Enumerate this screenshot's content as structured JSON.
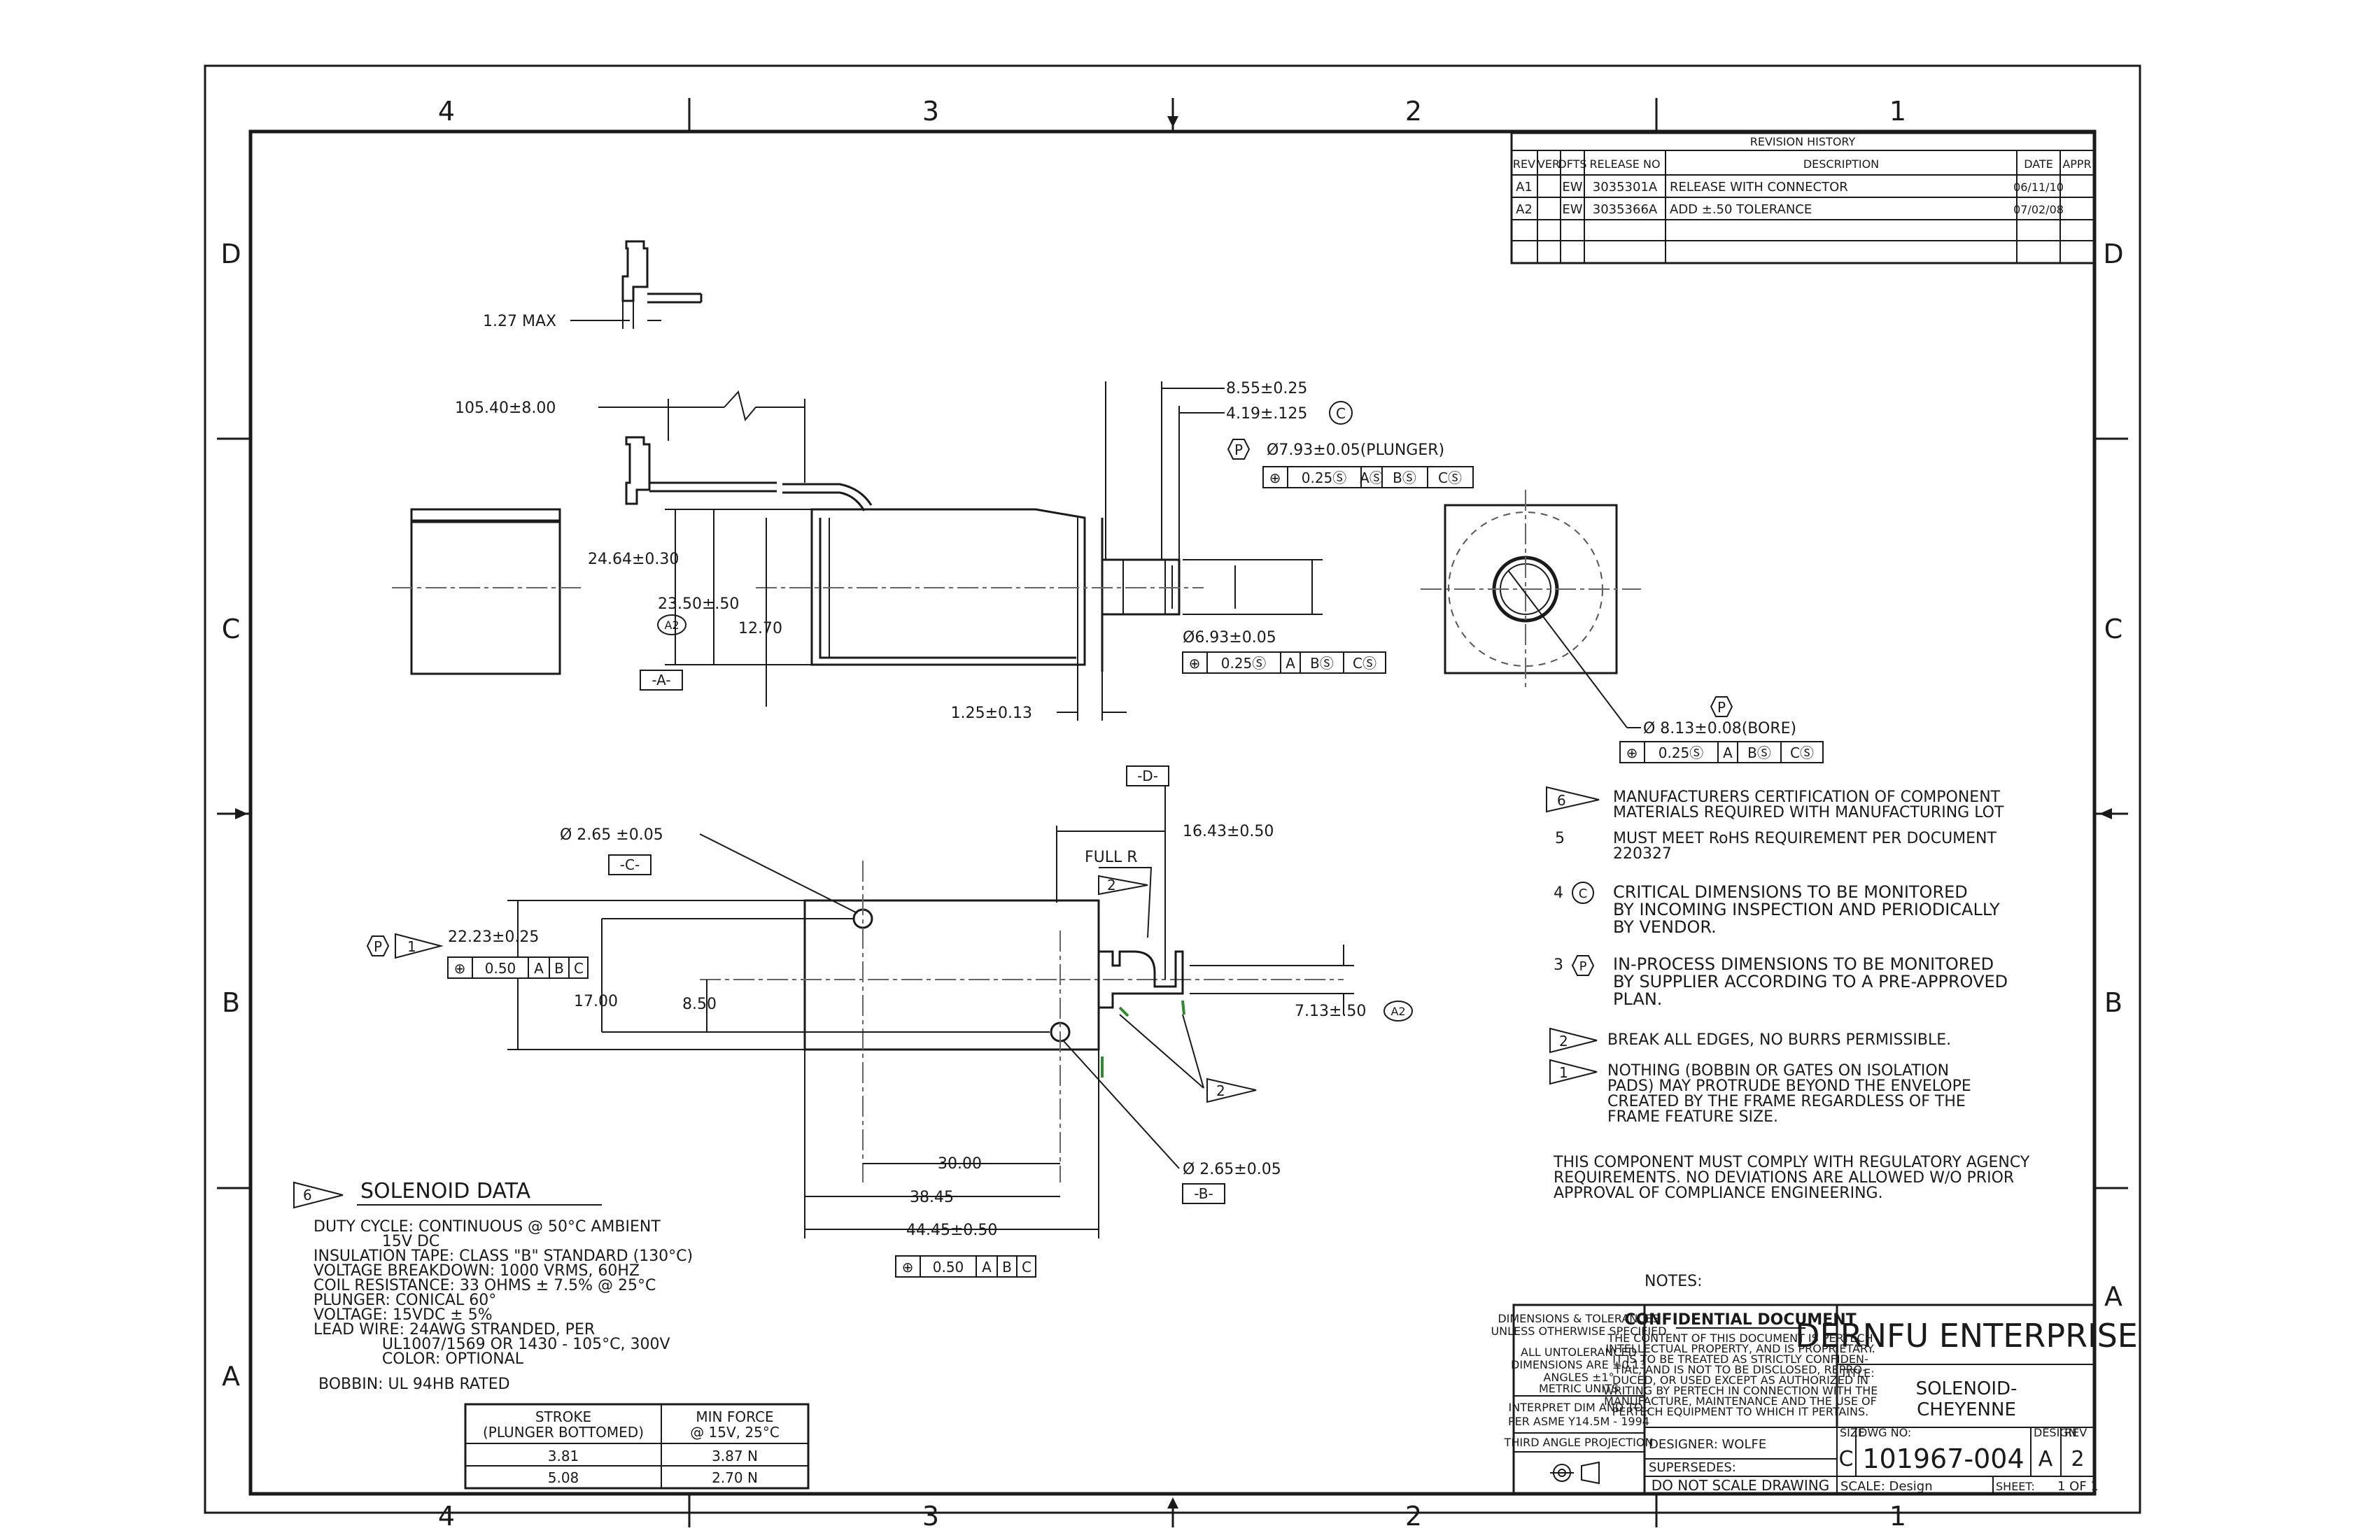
{
  "frame": {
    "zones_top": [
      "4",
      "3",
      "2",
      "1"
    ],
    "zones_bottom": [
      "4",
      "3",
      "2",
      "1"
    ],
    "zones_side": [
      "D",
      "C",
      "B",
      "A"
    ]
  },
  "revision_history": {
    "title": "REVISION HISTORY",
    "headers": [
      "REV",
      "VER",
      "DFTS",
      "RELEASE NO",
      "DESCRIPTION",
      "DATE",
      "APPR"
    ],
    "rows": [
      [
        "A1",
        "",
        "EW",
        "3035301A",
        "RELEASE WITH CONNECTOR",
        "06/11/10",
        ""
      ],
      [
        "A2",
        "",
        "EW",
        "3035366A",
        "ADD ±.50 TOLERANCE",
        "07/02/08",
        ""
      ]
    ]
  },
  "dims": {
    "max_127": "1.27 MAX",
    "len_105": "105.40±8.00",
    "d_855": "8.55±0.25",
    "d_419": "4.19±.125",
    "c_mark": "C",
    "p_mark": "P",
    "plunger_dia": "Ø7.93±0.05(PLUNGER)",
    "fcf_plunger": [
      "⊕",
      "0.25Ⓢ",
      "AⓈ",
      "BⓈ",
      "CⓈ"
    ],
    "d_2464": "24.64±0.30",
    "d_2350": "23.50±.50",
    "a2_mark": "A2",
    "d_1270": "12.70",
    "datum_a": "-A-",
    "d_693": "Ø6.93±0.05",
    "fcf_693": [
      "⊕",
      "0.25Ⓢ",
      "A",
      "BⓈ",
      "CⓈ"
    ],
    "d_125": "1.25±0.13",
    "bore": "Ø 8.13±0.08(BORE)",
    "fcf_bore": [
      "⊕",
      "0.25Ⓢ",
      "A",
      "BⓈ",
      "CⓈ"
    ],
    "d_265_top": "Ø 2.65 ±0.05",
    "datum_c": "-C-",
    "datum_d": "-D-",
    "d_1643": "16.43±0.50",
    "full_r": "FULL R",
    "flag2": "2",
    "d_2223": "22.23±0.25",
    "flag1": "1",
    "fcf_050": [
      "⊕",
      "0.50",
      "A",
      "B",
      "C"
    ],
    "d_1700": "17.00",
    "d_850": "8.50",
    "d_713": "7.13±.50",
    "d_3000": "30.00",
    "d_3845": "38.45",
    "d_4445": "44.45±0.50",
    "d_265_bot": "Ø 2.65±0.05",
    "datum_b": "-B-"
  },
  "notes": {
    "heading": "NOTES:",
    "n6_flag": "6",
    "n6_lines": [
      "MANUFACTURERS CERTIFICATION OF COMPONENT",
      "MATERIALS REQUIRED WITH MANUFACTURING LOT"
    ],
    "n5_num": "5",
    "n5_lines": [
      "MUST MEET RoHS REQUIREMENT PER DOCUMENT",
      "220327"
    ],
    "n4_num": "4",
    "n4_sym": "C",
    "n4_lines": [
      "CRITICAL DIMENSIONS TO BE MONITORED",
      "BY INCOMING INSPECTION AND PERIODICALLY",
      "BY VENDOR."
    ],
    "n3_num": "3",
    "n3_sym": "P",
    "n3_lines": [
      "IN-PROCESS DIMENSIONS TO BE MONITORED",
      "BY SUPPLIER ACCORDING TO A PRE-APPROVED",
      "PLAN."
    ],
    "n2_flag": "2",
    "n2_lines": [
      "BREAK ALL EDGES, NO BURRS PERMISSIBLE."
    ],
    "n1_flag": "1",
    "n1_lines": [
      "NOTHING (BOBBIN OR GATES ON ISOLATION",
      "PADS) MAY PROTRUDE BEYOND THE ENVELOPE",
      "CREATED BY THE FRAME REGARDLESS OF THE",
      "FRAME FEATURE SIZE."
    ],
    "compliance_lines": [
      "THIS COMPONENT MUST COMPLY WITH REGULATORY AGENCY",
      "REQUIREMENTS. NO DEVIATIONS ARE ALLOWED W/O PRIOR",
      "APPROVAL OF  COMPLIANCE ENGINEERING."
    ]
  },
  "solenoid_data": {
    "flag": "6",
    "title": "SOLENOID DATA",
    "lines": [
      "DUTY CYCLE: CONTINUOUS @ 50°C AMBIENT",
      "              15V DC",
      "INSULATION TAPE: CLASS \"B\" STANDARD (130°C)",
      "VOLTAGE BREAKDOWN: 1000 VRMS, 60HZ",
      "COIL RESISTANCE: 33 OHMS ± 7.5% @ 25°C",
      "PLUNGER: CONICAL  60°",
      "VOLTAGE: 15VDC ± 5%",
      "LEAD WIRE: 24AWG STRANDED, PER",
      "              UL1007/1569 OR 1430 - 105°C, 300V",
      "              COLOR: OPTIONAL",
      "BOBBIN: UL 94HB RATED"
    ],
    "table_headers": [
      [
        "STROKE",
        "(PLUNGER BOTTOMED)"
      ],
      [
        "MIN FORCE",
        "@ 15V, 25°C"
      ]
    ],
    "table_rows": [
      [
        "3.81",
        "3.87 N"
      ],
      [
        "5.08",
        "2.70 N"
      ]
    ]
  },
  "title_block": {
    "tol_lines": [
      "DIMENSIONS & TOLERANCES",
      "UNLESS OTHERWISE SPECIFIED",
      "",
      "ALL UNTOLERANCED",
      "DIMENSIONS ARE ±0.13",
      "ANGLES ±1°"
    ],
    "metric": "METRIC UNITS",
    "interpret": [
      "INTERPRET DIM AND TOL",
      "PER ASME Y14.5M - 1994"
    ],
    "projection": "THIRD ANGLE PROJECTION",
    "confidential_title": "CONFIDENTIAL DOCUMENT",
    "confidential_lines": [
      "THE CONTENT OF THIS DOCUMENT IS PERTECH",
      "INTELLECTUAL PROPERTY, AND IS PROPRIETARY.",
      "IT IS TO BE TREATED AS STRICTLY CONFIDEN-",
      "TIAL, AND IS NOT TO BE DISCLOSED, REPRO-",
      "DUCED, OR USED EXCEPT AS AUTHORIZED IN",
      "WRITING BY PERTECH IN CONNECTION WITH THE",
      "MANUFACTURE, MAINTENANCE AND THE USE OF",
      "PERTECH EQUIPMENT TO WHICH IT PERTAINS."
    ],
    "company": "DERNFU ENTERPRISE",
    "title_label": "TITLE:",
    "title_lines": [
      "SOLENOID-",
      "CHEYENNE"
    ],
    "designer": "DESIGNER: WOLFE",
    "supersedes": "SUPERSEDES:",
    "do_not_scale": "DO NOT SCALE DRAWING",
    "size_label": "SIZE",
    "size": "C",
    "dwg_label": "DWG NO:",
    "dwg_no": "101967-004",
    "design_label": "DESIGN",
    "design": "A",
    "rev_label": "REV",
    "rev": "2",
    "scale": "SCALE: Design",
    "sheet_label": "SHEET:",
    "sheet": "1 OF 1"
  }
}
